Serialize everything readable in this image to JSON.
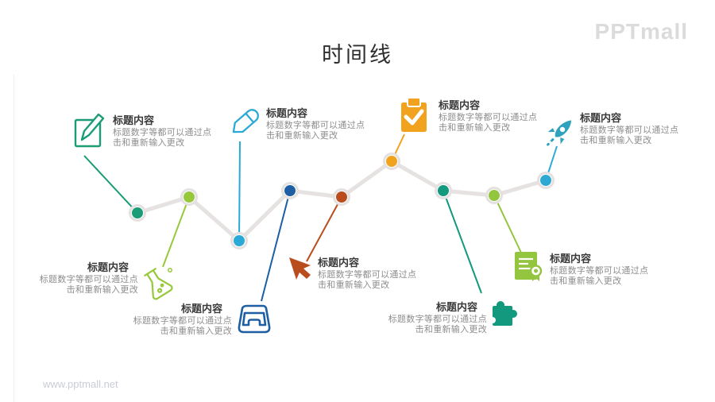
{
  "slide": {
    "title": "时间线",
    "brand_logo": "PPTmall",
    "watermark": "www.pptmall.net"
  },
  "timeline": {
    "track_color": "#E5E2E1",
    "ring_color": "#E4E1E0",
    "items": [
      {
        "icon": "edit-square-icon",
        "color": "#1A9C76",
        "title": "标题内容",
        "body_line1": "标题数字等都可以通过点",
        "body_line2": "击和重新输入更改"
      },
      {
        "icon": "flask-icon",
        "color": "#97C83C",
        "title": "标题内容",
        "body_line1": "标题数字等都可以通过点",
        "body_line2": "击和重新输入更改"
      },
      {
        "icon": "pencil-icon",
        "color": "#2BA9D6",
        "title": "标题内容",
        "body_line1": "标题数字等都可以通过点",
        "body_line2": "击和重新输入更改"
      },
      {
        "icon": "drawer-icon",
        "color": "#1E5FA4",
        "title": "标题内容",
        "body_line1": "标题数字等都可以通过点",
        "body_line2": "击和重新输入更改"
      },
      {
        "icon": "cursor-arrow-icon",
        "color": "#B94D1D",
        "title": "标题内容",
        "body_line1": "标题数字等都可以通过点",
        "body_line2": "击和重新输入更改"
      },
      {
        "icon": "clipboard-icon",
        "color": "#F1A21F",
        "title": "标题内容",
        "body_line1": "标题数字等都可以通过点",
        "body_line2": "击和重新输入更改"
      },
      {
        "icon": "puzzle-icon",
        "color": "#12997E",
        "title": "标题内容",
        "body_line1": "标题数字等都可以通过点",
        "body_line2": "击和重新输入更改"
      },
      {
        "icon": "certificate-icon",
        "color": "#93C53E",
        "title": "标题内容",
        "body_line1": "标题数字等都可以通过点",
        "body_line2": "击和重新输入更改"
      },
      {
        "icon": "rocket-icon",
        "color": "#2EA9D4",
        "title": "标题内容",
        "body_line1": "标题数字等都可以通过点",
        "body_line2": "击和重新输入更改"
      }
    ]
  }
}
